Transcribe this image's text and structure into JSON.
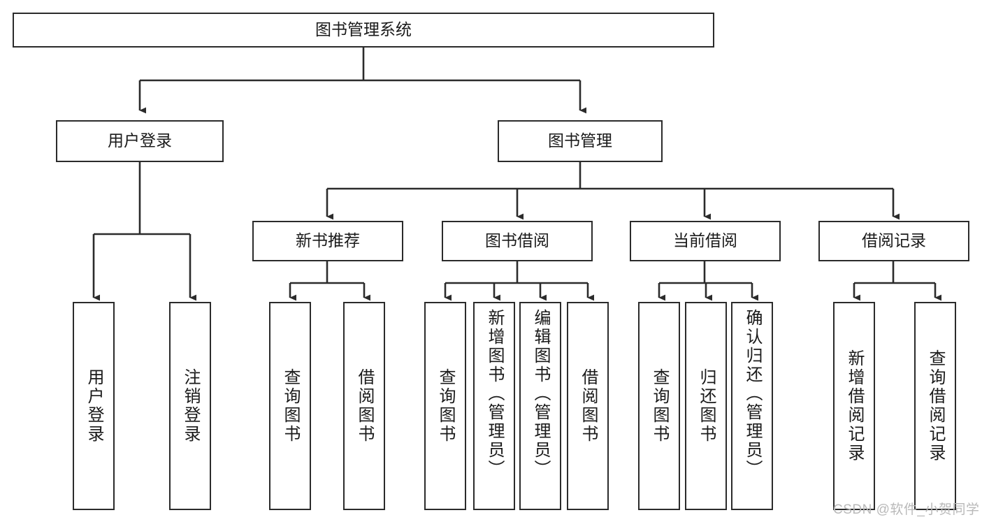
{
  "diagram": {
    "title_text": "图书管理系统",
    "type": "tree-hierarchy-diagram",
    "colors": {
      "box_border": "#2b2b2b",
      "box_fill": "#ffffff",
      "connector": "#2b2b2b",
      "text": "#1a1a1a",
      "watermark": "#b9b9b9",
      "canvas": "#ffffff"
    },
    "levels": {
      "root": {
        "label": "图书管理系统"
      },
      "level2": [
        {
          "id": "user-login",
          "label": "用户登录"
        },
        {
          "id": "book-management",
          "label": "图书管理"
        }
      ],
      "level3": [
        {
          "id": "new-book-recommend",
          "label": "新书推荐",
          "parent": "book-management"
        },
        {
          "id": "book-borrow",
          "label": "图书借阅",
          "parent": "book-management"
        },
        {
          "id": "current-borrow",
          "label": "当前借阅",
          "parent": "book-management"
        },
        {
          "id": "borrow-record",
          "label": "借阅记录",
          "parent": "book-management"
        }
      ],
      "leaves": [
        {
          "id": "leaf-user-login",
          "label": "用户登录",
          "parent": "user-login"
        },
        {
          "id": "leaf-logout",
          "label": "注销登录",
          "parent": "user-login"
        },
        {
          "id": "leaf-query-book-1",
          "label": "查询图书",
          "parent": "new-book-recommend"
        },
        {
          "id": "leaf-borrow-book-1",
          "label": "借阅图书",
          "parent": "new-book-recommend"
        },
        {
          "id": "leaf-query-book-2",
          "label": "查询图书",
          "parent": "book-borrow"
        },
        {
          "id": "leaf-add-book",
          "label": "新增图书（管理员）",
          "parent": "book-borrow"
        },
        {
          "id": "leaf-edit-book",
          "label": "编辑图书（管理员）",
          "parent": "book-borrow"
        },
        {
          "id": "leaf-borrow-book-2",
          "label": "借阅图书",
          "parent": "book-borrow"
        },
        {
          "id": "leaf-query-book-3",
          "label": "查询图书",
          "parent": "current-borrow"
        },
        {
          "id": "leaf-return-book",
          "label": "归还图书",
          "parent": "current-borrow"
        },
        {
          "id": "leaf-confirm-return",
          "label": "确认归还（管理员）",
          "parent": "current-borrow"
        },
        {
          "id": "leaf-add-record",
          "label": "新增借阅记录",
          "parent": "borrow-record"
        },
        {
          "id": "leaf-query-record",
          "label": "查询借阅记录",
          "parent": "borrow-record"
        }
      ]
    }
  },
  "watermark": {
    "text": "CSDN @软件_小贺同学"
  }
}
